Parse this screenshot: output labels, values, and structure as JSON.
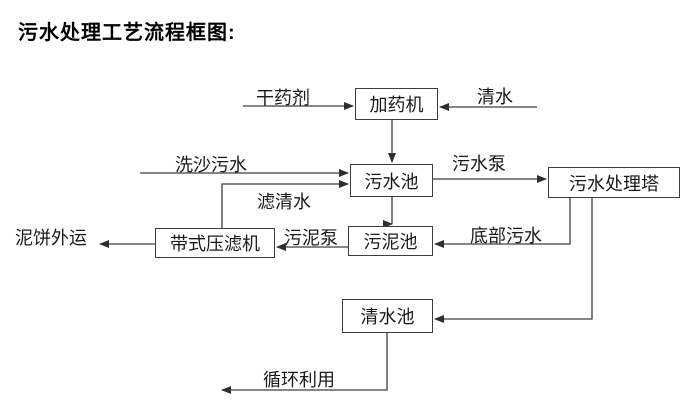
{
  "title": "污水处理工艺流程框图:",
  "colors": {
    "background": "#ffffff",
    "ink": "#1a1a1a",
    "line": "#3d3d3d"
  },
  "nodes": [
    {
      "id": "dosing-machine",
      "label": "加药机"
    },
    {
      "id": "sewage-pool",
      "label": "污水池"
    },
    {
      "id": "sewage-treatment-tower",
      "label": "污水处理塔"
    },
    {
      "id": "sludge-pool",
      "label": "污泥池"
    },
    {
      "id": "belt-filter-press",
      "label": "带式压滤机"
    },
    {
      "id": "clean-water-pool",
      "label": "清水池"
    }
  ],
  "flow_labels": [
    {
      "id": "dry-agent",
      "label": "干药剂"
    },
    {
      "id": "clean-water-in",
      "label": "清水"
    },
    {
      "id": "sand-washing-sewage",
      "label": "洗沙污水"
    },
    {
      "id": "sewage-pump",
      "label": "污水泵"
    },
    {
      "id": "filtered-water",
      "label": "滤清水"
    },
    {
      "id": "sludge-pump",
      "label": "污泥泵"
    },
    {
      "id": "bottom-sewage",
      "label": "底部污水"
    },
    {
      "id": "mud-cake-out",
      "label": "泥饼外运"
    },
    {
      "id": "recycle-use",
      "label": "循环利用"
    }
  ],
  "edges": [
    {
      "from": "dry-agent-input",
      "to": "dosing-machine",
      "label": "干药剂"
    },
    {
      "from": "clean-water-input",
      "to": "dosing-machine",
      "label": "清水"
    },
    {
      "from": "dosing-machine",
      "to": "sewage-pool",
      "label": ""
    },
    {
      "from": "sand-washing-sewage-input",
      "to": "sewage-pool",
      "label": "洗沙污水"
    },
    {
      "from": "belt-filter-press",
      "to": "sewage-pool",
      "label": "滤清水"
    },
    {
      "from": "sewage-pool",
      "to": "sewage-treatment-tower",
      "label": "污水泵"
    },
    {
      "from": "sewage-pool",
      "to": "sludge-pool",
      "label": ""
    },
    {
      "from": "sewage-treatment-tower",
      "to": "sludge-pool",
      "label": "底部污水"
    },
    {
      "from": "sewage-treatment-tower",
      "to": "clean-water-pool",
      "label": ""
    },
    {
      "from": "sludge-pool",
      "to": "belt-filter-press",
      "label": "污泥泵"
    },
    {
      "from": "belt-filter-press",
      "to": "mud-cake-out",
      "label": "泥饼外运"
    },
    {
      "from": "clean-water-pool",
      "to": "recycle-use",
      "label": "循环利用"
    }
  ]
}
